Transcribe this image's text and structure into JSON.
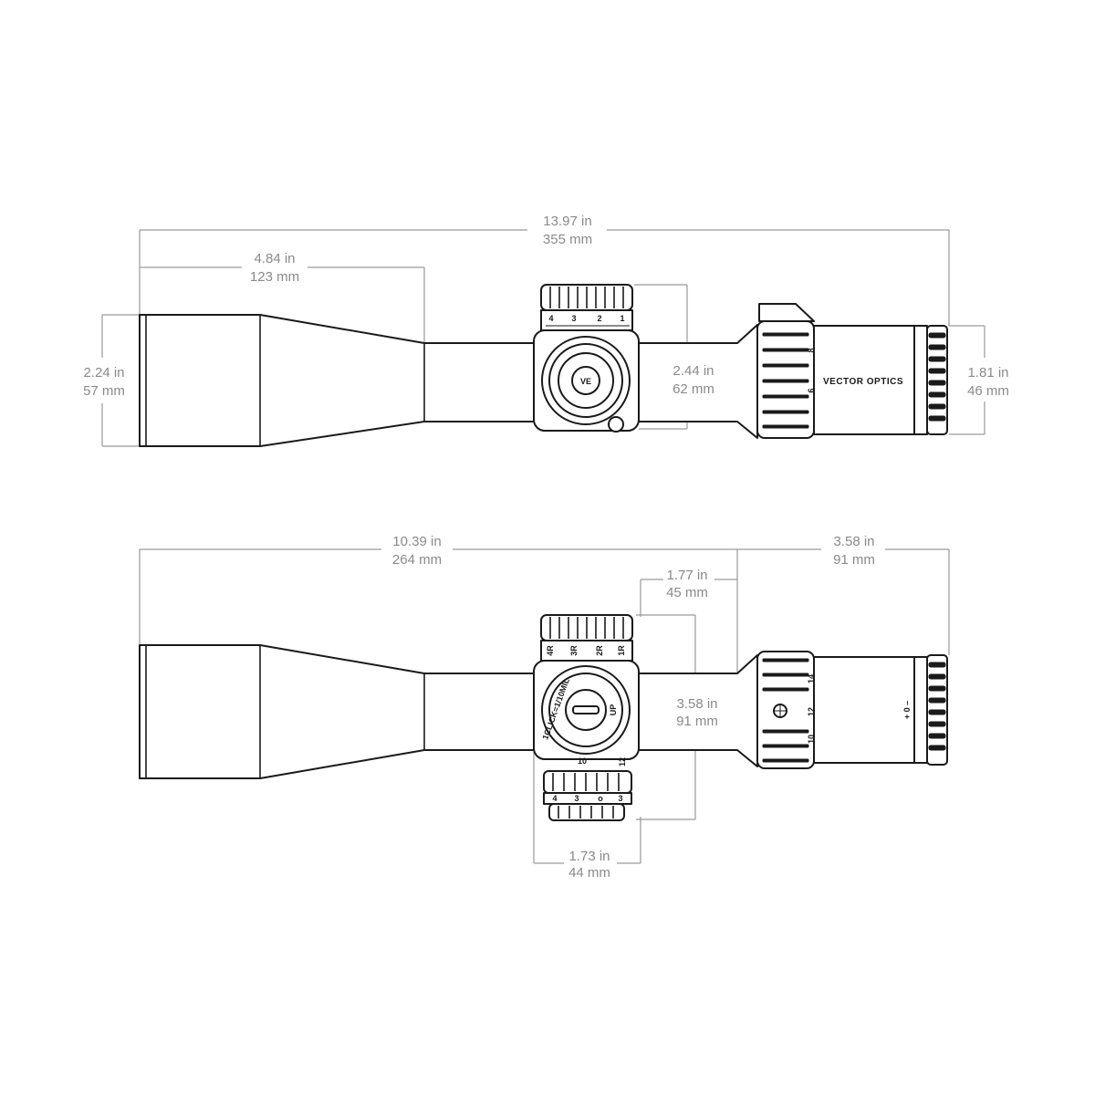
{
  "top_view": {
    "overall_length": {
      "in": "13.97 in",
      "mm": "355 mm"
    },
    "objective_bell_length": {
      "in": "4.84 in",
      "mm": "123 mm"
    },
    "objective_diameter": {
      "in": "2.24 in",
      "mm": "57 mm"
    },
    "turret_height": {
      "in": "2.44 in",
      "mm": "62 mm"
    },
    "eyepiece_diameter": {
      "in": "1.81 in",
      "mm": "46 mm"
    },
    "brand": "VECTOR OPTICS",
    "logo": "VE",
    "turret_marks": [
      "4",
      "3",
      "2",
      "1"
    ],
    "mag_marks": [
      "8",
      "6"
    ]
  },
  "side_view": {
    "objective_to_mount": {
      "in": "10.39 in",
      "mm": "264 mm"
    },
    "eyepiece_length": {
      "in": "3.58 in",
      "mm": "91 mm"
    },
    "turret_to_mount": {
      "in": "1.77 in",
      "mm": "45 mm"
    },
    "turret_height": {
      "in": "3.58 in",
      "mm": "91 mm"
    },
    "turret_width": {
      "in": "1.73 in",
      "mm": "44  mm"
    },
    "turret_marks": [
      "4R",
      "3R",
      "2R",
      "1R"
    ],
    "click_label": "1CLICK=1/10MIL",
    "up_label": "UP",
    "lower_turret_marks": [
      "4",
      "3",
      "o",
      "3"
    ],
    "turret_side_marks": [
      "10",
      "12"
    ],
    "mag_marks": [
      "14",
      "12",
      "10"
    ],
    "diopter_label": "+ 0 –"
  }
}
